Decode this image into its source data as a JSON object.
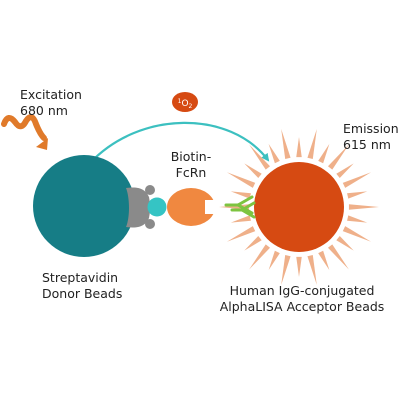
{
  "labels": {
    "excitation": [
      "Excitation",
      "680 nm"
    ],
    "emission": [
      "Emission",
      "615 nm"
    ],
    "biotin": [
      "Biotin-",
      "FcRn"
    ],
    "donor": [
      "Streptavidin",
      "Donor Beads"
    ],
    "acceptor": [
      "Human IgG-conjugated",
      "AlphaLISA Acceptor Beads"
    ],
    "singlet_oxygen": {
      "superscript": "1",
      "base": "O",
      "subscript": "2"
    }
  },
  "colors": {
    "donor_bead": "#167D86",
    "acceptor_bead": "#D64A12",
    "acceptor_rays": "#EFB08A",
    "excitation_wave": "#E07A2A",
    "transfer_arrow": "#3CC0C0",
    "streptavidin": "#8A8A8A",
    "biotin": "#35C4C4",
    "fcrn": "#F08840",
    "antibody": "#7DC440",
    "text": "#222222"
  }
}
